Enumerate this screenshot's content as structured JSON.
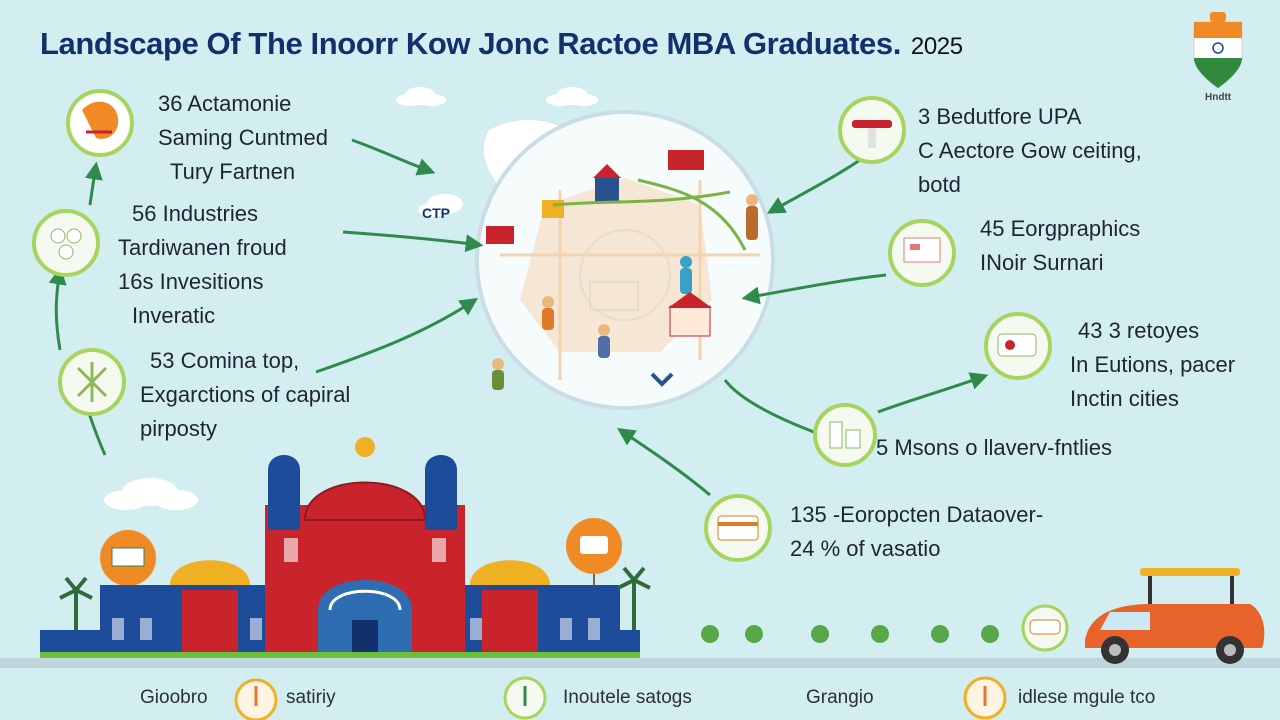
{
  "title": {
    "text": "Landscape Of The Inoorr Kow Jonc Ractoe MBA Graduates.",
    "year": "2025"
  },
  "flag_badge": {
    "caption": "Hndtt"
  },
  "left_blocks": [
    {
      "lines": [
        "36 Actamonie",
        "Saming Cuntmed",
        "Tury Fartnen"
      ]
    },
    {
      "lines": [
        "56 Industries",
        "Tardiwanen froud",
        "16s Invesitions",
        "Inveratic"
      ]
    },
    {
      "lines": [
        "53 Comina top,",
        "Exgarctions of capiral",
        "pirposty"
      ]
    }
  ],
  "right_blocks": [
    {
      "lines": [
        "3 Bedutfore UPA",
        "C Aectore Gow ceiting,",
        "botd"
      ]
    },
    {
      "lines": [
        "45 Eorgpraphics",
        "INoir Surnari"
      ]
    },
    {
      "lines": [
        "43 3 retoyes",
        "In Eutions, pacer",
        "Inctin cities"
      ]
    },
    {
      "lines": [
        "5 Msons o llaverv-fntlies"
      ]
    },
    {
      "lines": [
        "135 -Eoropcten Dataover-",
        "24 % of vasatio"
      ]
    }
  ],
  "bottom_labels": [
    "Gioobro",
    "satiriy",
    "Inoutele satogs",
    "Grangio",
    "idlese mgule tco"
  ],
  "colors": {
    "background": "#d3eef1",
    "title": "#12306b",
    "arrow": "#2f8a4c",
    "icon_ring": "#a6d45e",
    "palace_blue": "#1d4c9b",
    "palace_red": "#c9242b",
    "palace_yellow": "#f0b024",
    "flag_saffron": "#f08a24",
    "flag_green": "#2f8a3b"
  },
  "icons": [
    "map-icon",
    "people-icon",
    "globe-icon",
    "furniture-icon",
    "computer-icon",
    "machine-icon",
    "tools-icon",
    "card-icon",
    "money-icon",
    "balloon-icon",
    "cloud-icon",
    "tree-icon",
    "car-icon",
    "palace-icon",
    "sparkle-icon",
    "flag-badge-icon"
  ]
}
